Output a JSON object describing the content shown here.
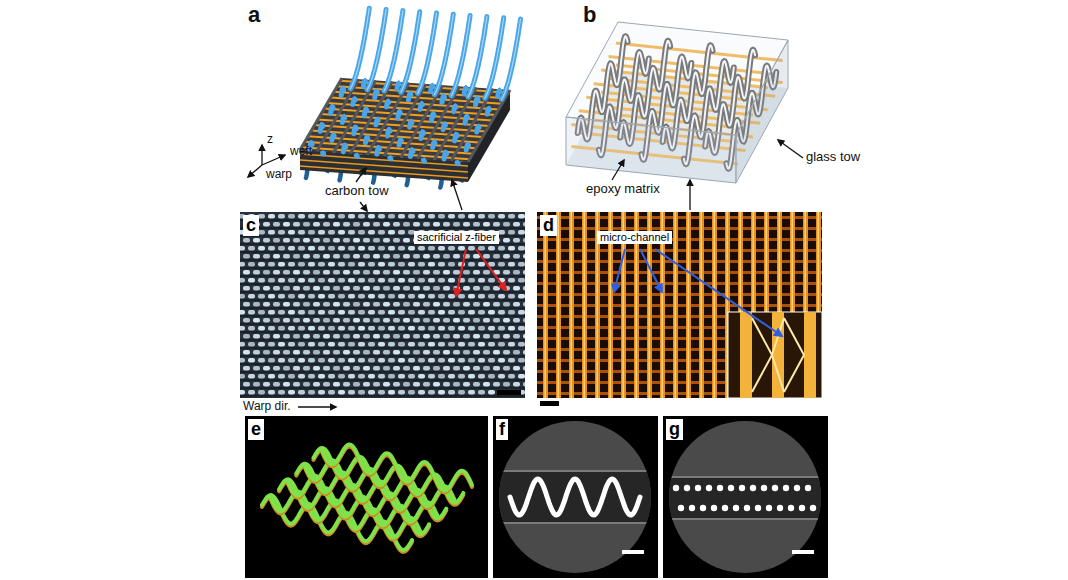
{
  "diagram": {
    "labels": [
      "a",
      "b",
      "z",
      "weft",
      "warp",
      "carbon tow",
      "epoxy matrix",
      "glass tow",
      "c",
      "sacrificial z-fiber",
      "d",
      "micro-channel",
      "Warp dir.",
      "e",
      "f",
      "g"
    ]
  }
}
